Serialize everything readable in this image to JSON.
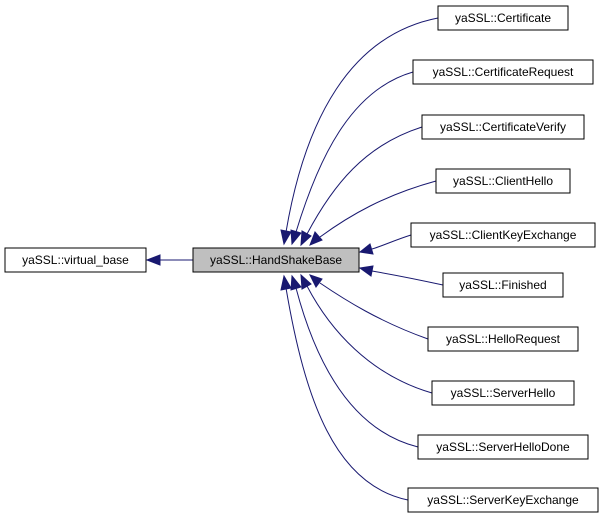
{
  "diagram": {
    "type": "inheritance-graph",
    "edge_color": "#191970",
    "highlight_color": "#bfbfbf",
    "nodes": {
      "virtual_base": "yaSSL::virtual_base",
      "handshake_base": "yaSSL::HandShakeBase",
      "certificate": "yaSSL::Certificate",
      "certificate_request": "yaSSL::CertificateRequest",
      "certificate_verify": "yaSSL::CertificateVerify",
      "client_hello": "yaSSL::ClientHello",
      "client_key_exchange": "yaSSL::ClientKeyExchange",
      "finished": "yaSSL::Finished",
      "hello_request": "yaSSL::HelloRequest",
      "server_hello": "yaSSL::ServerHello",
      "server_hello_done": "yaSSL::ServerHelloDone",
      "server_key_exchange": "yaSSL::ServerKeyExchange"
    },
    "edges": [
      {
        "from": "handshake_base",
        "to": "virtual_base"
      },
      {
        "from": "certificate",
        "to": "handshake_base"
      },
      {
        "from": "certificate_request",
        "to": "handshake_base"
      },
      {
        "from": "certificate_verify",
        "to": "handshake_base"
      },
      {
        "from": "client_hello",
        "to": "handshake_base"
      },
      {
        "from": "client_key_exchange",
        "to": "handshake_base"
      },
      {
        "from": "finished",
        "to": "handshake_base"
      },
      {
        "from": "hello_request",
        "to": "handshake_base"
      },
      {
        "from": "server_hello",
        "to": "handshake_base"
      },
      {
        "from": "server_hello_done",
        "to": "handshake_base"
      },
      {
        "from": "server_key_exchange",
        "to": "handshake_base"
      }
    ]
  }
}
